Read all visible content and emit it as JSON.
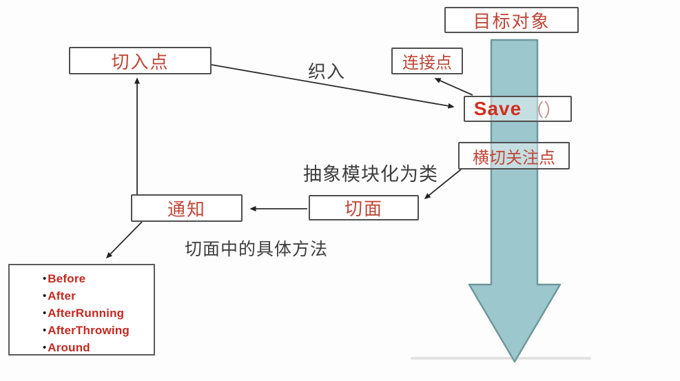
{
  "diagram": {
    "title_hint": "AOP concept diagram",
    "colors": {
      "background": "#fdfdfd",
      "box_border": "#4f4f4f",
      "box_label_red": "#bf4636",
      "save_red": "#d02f1f",
      "paren_muted": "#bd8f88",
      "advice_item_red": "#c4281f",
      "edge_label_dark": "#3d3d3d",
      "connector_line": "#2b2b2b",
      "flow_arrow_fill": "#9cc7cc",
      "flow_arrow_stroke": "#6f979b"
    },
    "boxes": {
      "target_object": {
        "label": "目标对象"
      },
      "pointcut": {
        "label": "切入点"
      },
      "join_point": {
        "label": "连接点"
      },
      "save_method": {
        "label": "Save",
        "suffix": "（）"
      },
      "crosscutting_concern": {
        "label": "横切关注点"
      },
      "aspect": {
        "label": "切面"
      },
      "advice": {
        "label": "通知"
      }
    },
    "edge_labels": {
      "weaving": "织入",
      "abstract_modularize": "抽象模块化为类",
      "concrete_methods": "切面中的具体方法"
    },
    "advice_types": {
      "bullet": "•",
      "items": [
        "Before",
        "After",
        "AfterRunning",
        "AfterThrowing",
        "Around"
      ]
    },
    "flow_arrow": {
      "name": "big-down-arrow",
      "direction": "down"
    }
  }
}
